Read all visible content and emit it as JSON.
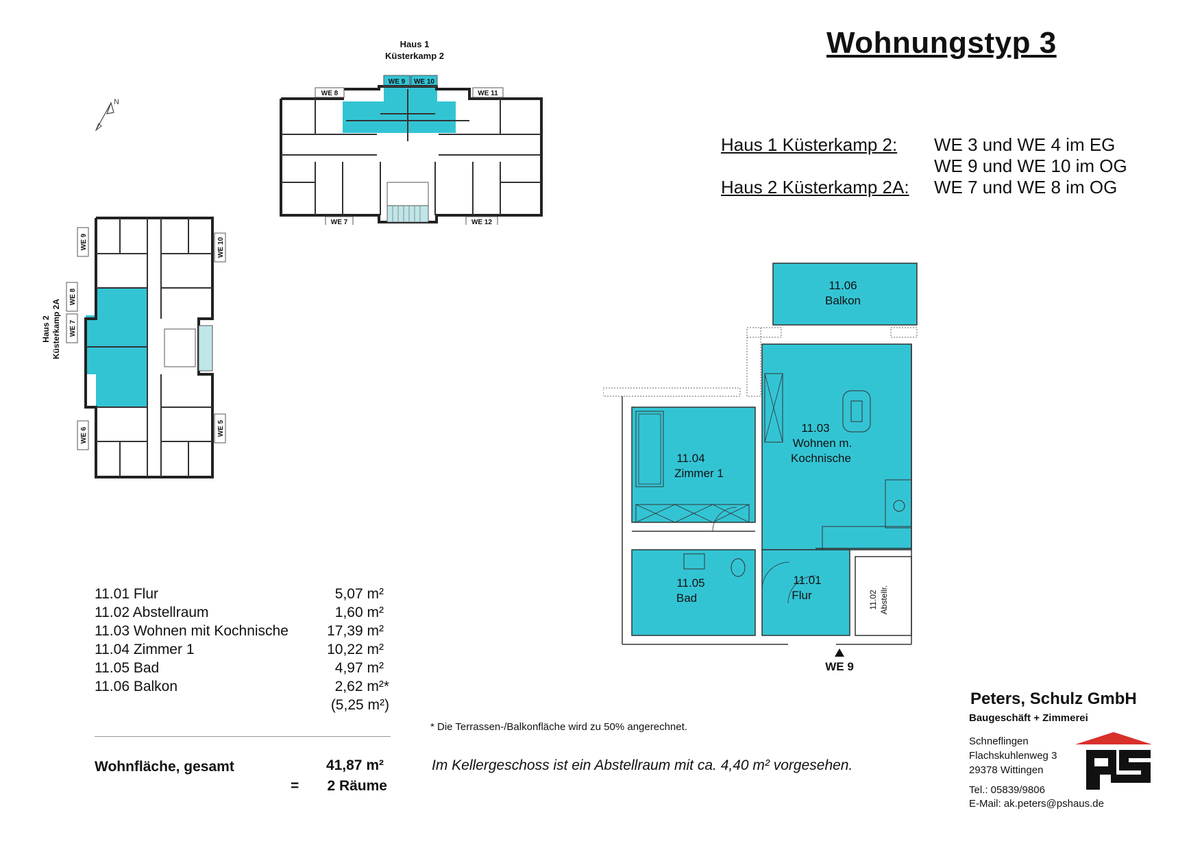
{
  "title": "Wohnungstyp 3",
  "assignments": [
    {
      "label": "Haus 1 Küsterkamp 2:",
      "value": "WE 3 und WE 4 im EG"
    },
    {
      "label": "",
      "value": "WE 9 und WE 10 im OG"
    },
    {
      "label": "Haus 2 Küsterkamp 2A:",
      "value": "WE 7 und WE 8 im OG"
    }
  ],
  "house1": {
    "name": "Haus 1",
    "street": "Küsterkamp 2",
    "units": [
      "WE 8",
      "WE 9",
      "WE 10",
      "WE 11",
      "WE 7",
      "WE 12"
    ]
  },
  "house2": {
    "label": "Haus 2\nKüsterkamp 2A",
    "units": [
      "WE 9",
      "WE 10",
      "WE 8",
      "WE 7",
      "WE 6",
      "WE 5"
    ]
  },
  "compass": "N",
  "floorplan": {
    "rooms": [
      {
        "number": "11.06",
        "name": "Balkon"
      },
      {
        "number": "11.03",
        "name": "Wohnen m.",
        "name2": "Kochnische"
      },
      {
        "number": "11.04",
        "name": "Zimmer 1"
      },
      {
        "number": "11.05",
        "name": "Bad"
      },
      {
        "number": "11.01",
        "name": "Flur"
      },
      {
        "number": "11.02",
        "name": "Abstellr."
      }
    ],
    "entrance": "WE 9",
    "fill_color": "#33c4d4"
  },
  "room_list": [
    {
      "name": "11.01 Flur",
      "area": "5,07 m²"
    },
    {
      "name": "11.02 Abstellraum",
      "area": "1,60 m²"
    },
    {
      "name": "11.03 Wohnen mit Kochnische",
      "area": "17,39 m²"
    },
    {
      "name": "11.04 Zimmer 1",
      "area": "10,22 m²"
    },
    {
      "name": "11.05 Bad",
      "area": "4,97 m²"
    },
    {
      "name": "11.06 Balkon",
      "area": "2,62 m²*"
    },
    {
      "name": "",
      "area": "(5,25 m²)"
    }
  ],
  "totals": {
    "label": "Wohnfläche, gesamt",
    "area": "41,87 m²",
    "eq": "=",
    "rooms": "2 Räume"
  },
  "footnote": "* Die Terrassen-/Balkonfläche wird zu 50% angerechnet.",
  "cellar_note": "Im Kellergeschoss ist ein Abstellraum mit ca. 4,40 m² vorgesehen.",
  "company": {
    "name": "Peters, Schulz GmbH",
    "subtitle": "Baugeschäft + Zimmerei",
    "address": [
      "Schneflingen",
      "Flachskuhlenweg 3",
      "29378 Wittingen"
    ],
    "phone": "Tel.: 05839/9806",
    "email": "E-Mail: ak.peters@pshaus.de",
    "logo_text": "ps",
    "logo_roof_color": "#d9302b"
  }
}
